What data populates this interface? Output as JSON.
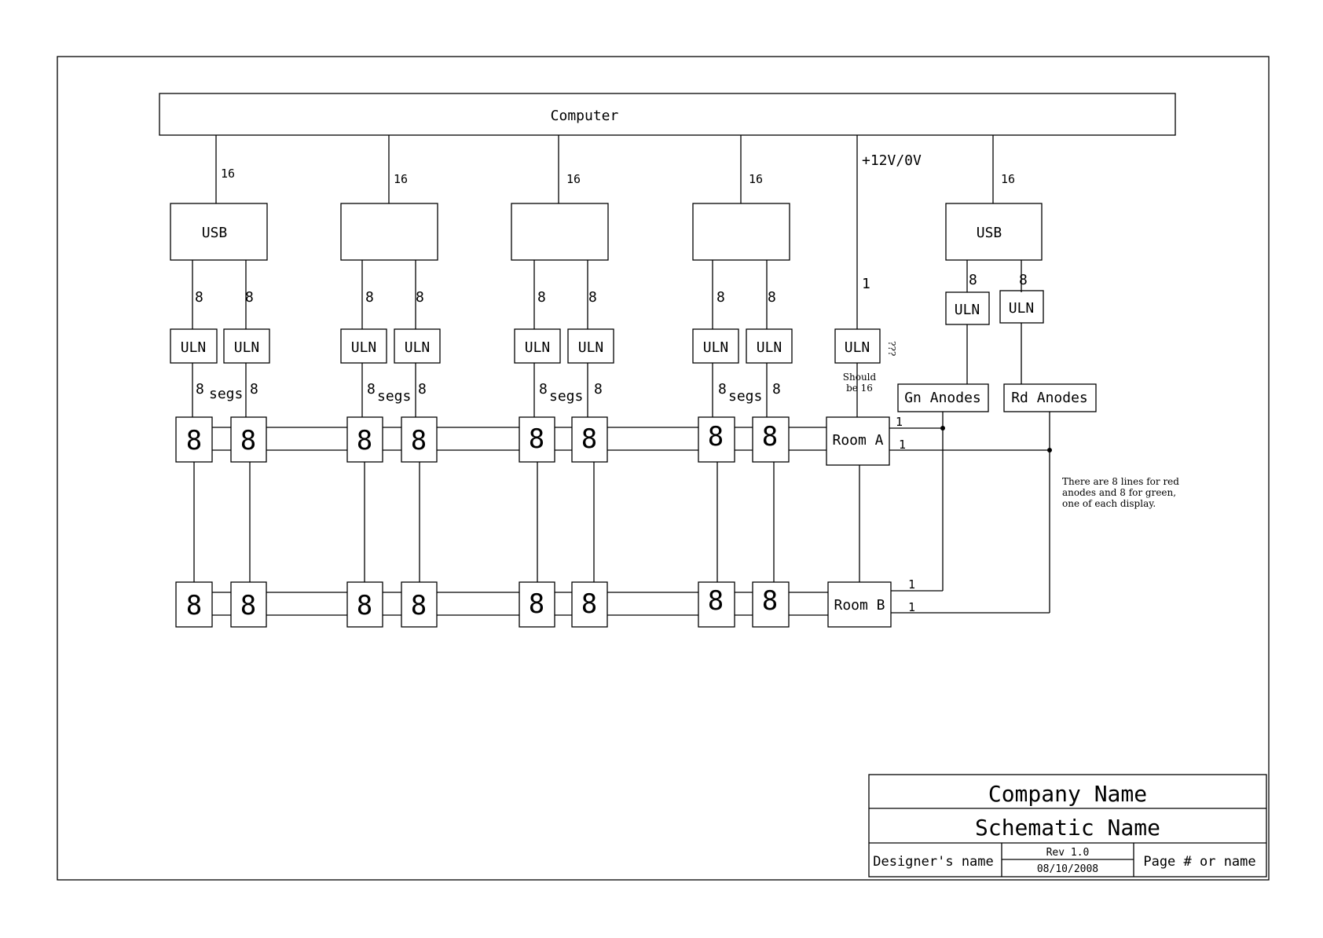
{
  "computer": {
    "label": "Computer"
  },
  "power": {
    "label": "+12V/0V",
    "count": "1"
  },
  "bus_counts": [
    "16",
    "16",
    "16",
    "16",
    "16"
  ],
  "controllers": [
    {
      "label": "USB"
    },
    {
      "label": ""
    },
    {
      "label": ""
    },
    {
      "label": ""
    },
    {
      "label": "USB"
    }
  ],
  "driver_label": "ULN",
  "line_count": "8",
  "segs_label": "segs",
  "digit": "8",
  "anodes": {
    "green": "Gn Anodes",
    "red": "Rd Anodes"
  },
  "rooms": {
    "a": "Room A",
    "b": "Room B"
  },
  "room_line_count": "1",
  "notes": {
    "question": "???",
    "should_1": "Should",
    "should_2": "be 16",
    "lines_1": "There are 8 lines for red",
    "lines_2": "anodes and 8 for green,",
    "lines_3": "one of each display."
  },
  "title_block": {
    "company": "Company Name",
    "schematic": "Schematic Name",
    "designer": "Designer's name",
    "rev": "Rev 1.0",
    "date": "08/10/2008",
    "page": "Page # or name"
  }
}
